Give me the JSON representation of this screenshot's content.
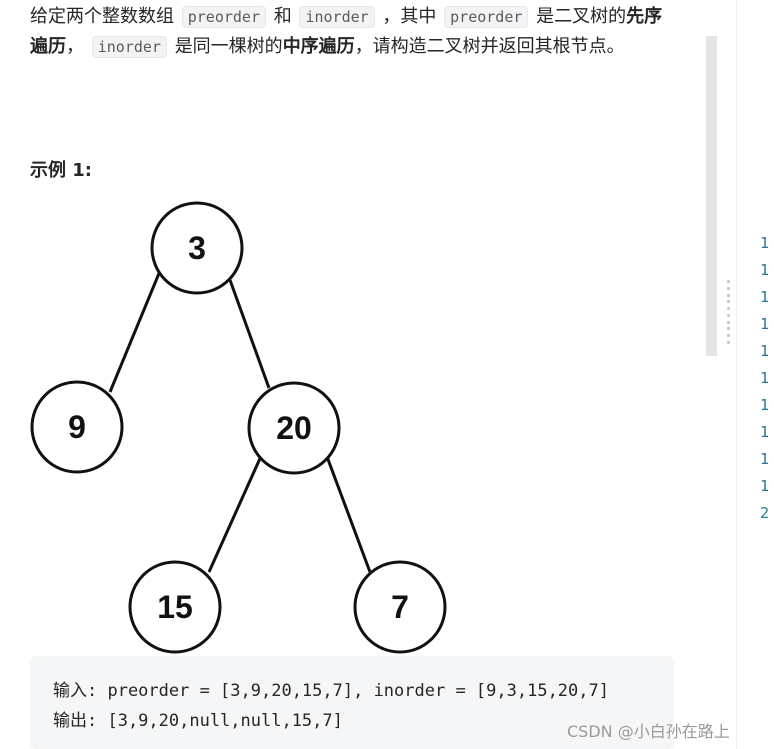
{
  "problem": {
    "text_1": "给定两个整数数组",
    "code_preorder": "preorder",
    "text_2": "和",
    "code_inorder": "inorder",
    "text_3": "，其中",
    "text_4": "是二叉树的",
    "bold_1": "先序遍历",
    "text_5": "，",
    "text_6": "是同一棵树的",
    "bold_2": "中序遍历",
    "text_7": "，请构造二叉树并返回其根节点。"
  },
  "example": {
    "heading": "示例 1:",
    "tree_nodes": [
      {
        "id": "3",
        "label": "3"
      },
      {
        "id": "9",
        "label": "9"
      },
      {
        "id": "20",
        "label": "20"
      },
      {
        "id": "15",
        "label": "15"
      },
      {
        "id": "7",
        "label": "7"
      }
    ],
    "input_line": "输入: preorder = [3,9,20,15,7], inorder = [9,3,15,20,7]",
    "output_line": "输出: [3,9,20,null,null,15,7]"
  },
  "editor": {
    "line_numbers": [
      "1",
      "1",
      "1",
      "1",
      "1",
      "1",
      "1",
      "1",
      "1",
      "1",
      "2"
    ]
  },
  "watermark": "CSDN @小白孙在路上"
}
